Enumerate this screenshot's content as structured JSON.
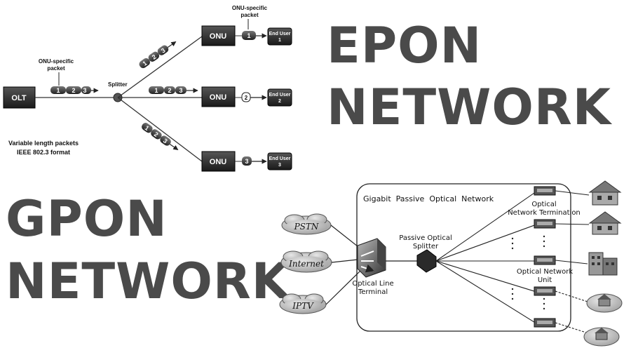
{
  "epon": {
    "title_line1": "EPON",
    "title_line2": "NETWORK",
    "olt_label": "OLT",
    "splitter_label": "Splitter",
    "packet_label_line1": "ONU-specific",
    "packet_label_line2": "packet",
    "top_packet_label_line1": "ONU-specific",
    "top_packet_label_line2": "packet",
    "note_line1": "Variable length packets",
    "note_line2": "IEEE 802.3 format",
    "onu_label": "ONU",
    "packet_numbers": [
      "1",
      "2",
      "3"
    ],
    "end_users": [
      {
        "line1": "End User",
        "line2": "1",
        "packet": "1"
      },
      {
        "line1": "End User",
        "line2": "2",
        "packet": "2"
      },
      {
        "line1": "End User",
        "line2": "3",
        "packet": "3"
      }
    ]
  },
  "gpon": {
    "title_line1": "GPON",
    "title_line2": "NETWORK",
    "box_title": "Gigabit  Passive  Optical  Network",
    "clouds": [
      "PSTN",
      "Internet",
      "IPTV"
    ],
    "olt_line1": "Optical Line",
    "olt_line2": "Terminal",
    "splitter_line1": "Passive Optical",
    "splitter_line2": "Splitter",
    "ont_line1": "Optical",
    "ont_line2": "Network Termination",
    "onu_line1": "Optical Network",
    "onu_line2": "Unit"
  }
}
